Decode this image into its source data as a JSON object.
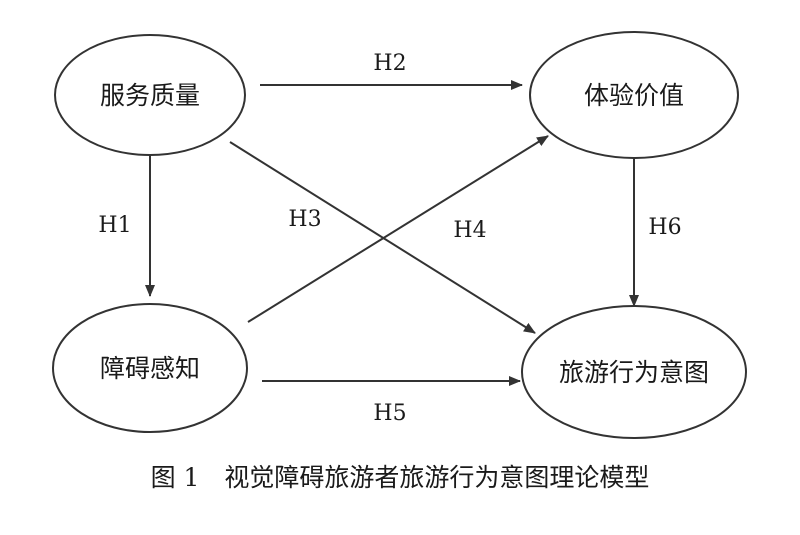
{
  "nodes": {
    "service_quality": "服务质量",
    "experience_value": "体验价值",
    "barrier_perception": "障碍感知",
    "travel_intention": "旅游行为意图"
  },
  "edges": {
    "h1": "H1",
    "h2": "H2",
    "h3": "H3",
    "h4": "H4",
    "h5": "H5",
    "h6": "H6"
  },
  "caption": "图 1　视觉障碍旅游者旅游行为意图理论模型"
}
